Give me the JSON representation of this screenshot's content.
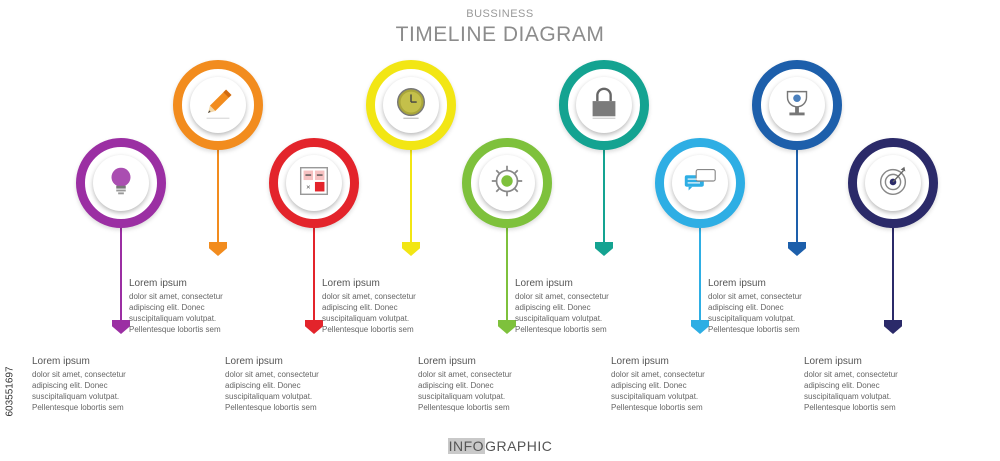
{
  "header": {
    "kicker": "BUSSINESS",
    "title": "TIMELINE DIAGRAM"
  },
  "steps": [
    {
      "heading": "Lorem ipsum",
      "lines": [
        "dolor sit amet, consectetur",
        "adipiscing elit. Donec",
        "suscipitaliquam volutpat.",
        "Pellentesque lobortis sem"
      ],
      "color": "#9b2fa3",
      "icon": "lightbulb-icon"
    },
    {
      "heading": "Lorem ipsum",
      "lines": [
        "dolor sit amet, consectetur",
        "adipiscing elit. Donec",
        "suscipitaliquam volutpat.",
        "Pellentesque lobortis sem"
      ],
      "color": "#f28c1e",
      "icon": "pencil-icon"
    },
    {
      "heading": "Lorem ipsum",
      "lines": [
        "dolor sit amet, consectetur",
        "adipiscing elit. Donec",
        "suscipitaliquam volutpat.",
        "Pellentesque lobortis sem"
      ],
      "color": "#e3242b",
      "icon": "calculator-icon"
    },
    {
      "heading": "Lorem ipsum",
      "lines": [
        "dolor sit amet, consectetur",
        "adipiscing elit. Donec",
        "suscipitaliquam volutpat.",
        "Pellentesque lobortis sem"
      ],
      "color": "#f2e614",
      "icon": "clock-icon"
    },
    {
      "heading": "Lorem ipsum",
      "lines": [
        "dolor sit amet, consectetur",
        "adipiscing elit. Donec",
        "suscipitaliquam volutpat.",
        "Pellentesque lobortis sem"
      ],
      "color": "#7ec13c",
      "icon": "gear-icon"
    },
    {
      "heading": "Lorem ipsum",
      "lines": [
        "dolor sit amet, consectetur",
        "adipiscing elit. Donec",
        "suscipitaliquam volutpat.",
        "Pellentesque lobortis sem"
      ],
      "color": "#14a391",
      "icon": "lock-icon"
    },
    {
      "heading": "Lorem ipsum",
      "lines": [
        "dolor sit amet, consectetur",
        "adipiscing elit. Donec",
        "suscipitaliquam volutpat.",
        "Pellentesque lobortis sem"
      ],
      "color": "#2eaee4",
      "icon": "chat-bubbles-icon"
    },
    {
      "heading": "Lorem ipsum",
      "lines": [
        "dolor sit amet, consectetur",
        "adipiscing elit. Donec",
        "suscipitaliquam volutpat.",
        "Pellentesque lobortis sem"
      ],
      "color": "#1d5fab",
      "icon": "trophy-icon"
    },
    {
      "heading": "Lorem ipsum",
      "lines": [
        "dolor sit amet, consectetur",
        "adipiscing elit. Donec",
        "suscipitaliquam volutpat.",
        "Pellentesque lobortis sem"
      ],
      "color": "#2b2a69",
      "icon": "target-icon"
    }
  ],
  "side_id": "603551697",
  "footer": {
    "highlight": "INFO",
    "rest": "GRAPHIC"
  }
}
